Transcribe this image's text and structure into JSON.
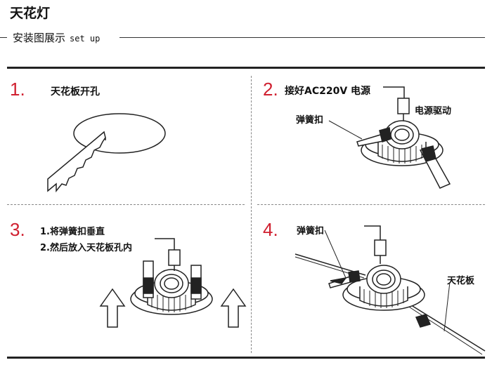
{
  "header": {
    "title": "天花灯",
    "subtitle_zh": "安装图展示",
    "subtitle_en": "set up"
  },
  "steps": [
    {
      "number": "1.",
      "text": "天花板开孔"
    },
    {
      "number": "2.",
      "text": "接好AC220V 电源",
      "labels": {
        "clip": "弹簧扣",
        "driver": "电源驱动"
      }
    },
    {
      "number": "3.",
      "line1": "1.将弹簧扣垂直",
      "line2": "2.然后放入天花板孔内"
    },
    {
      "number": "4.",
      "labels": {
        "clip": "弹簧扣",
        "ceiling": "天花板"
      }
    }
  ],
  "colors": {
    "accent": "#d02030",
    "line": "#222222"
  }
}
